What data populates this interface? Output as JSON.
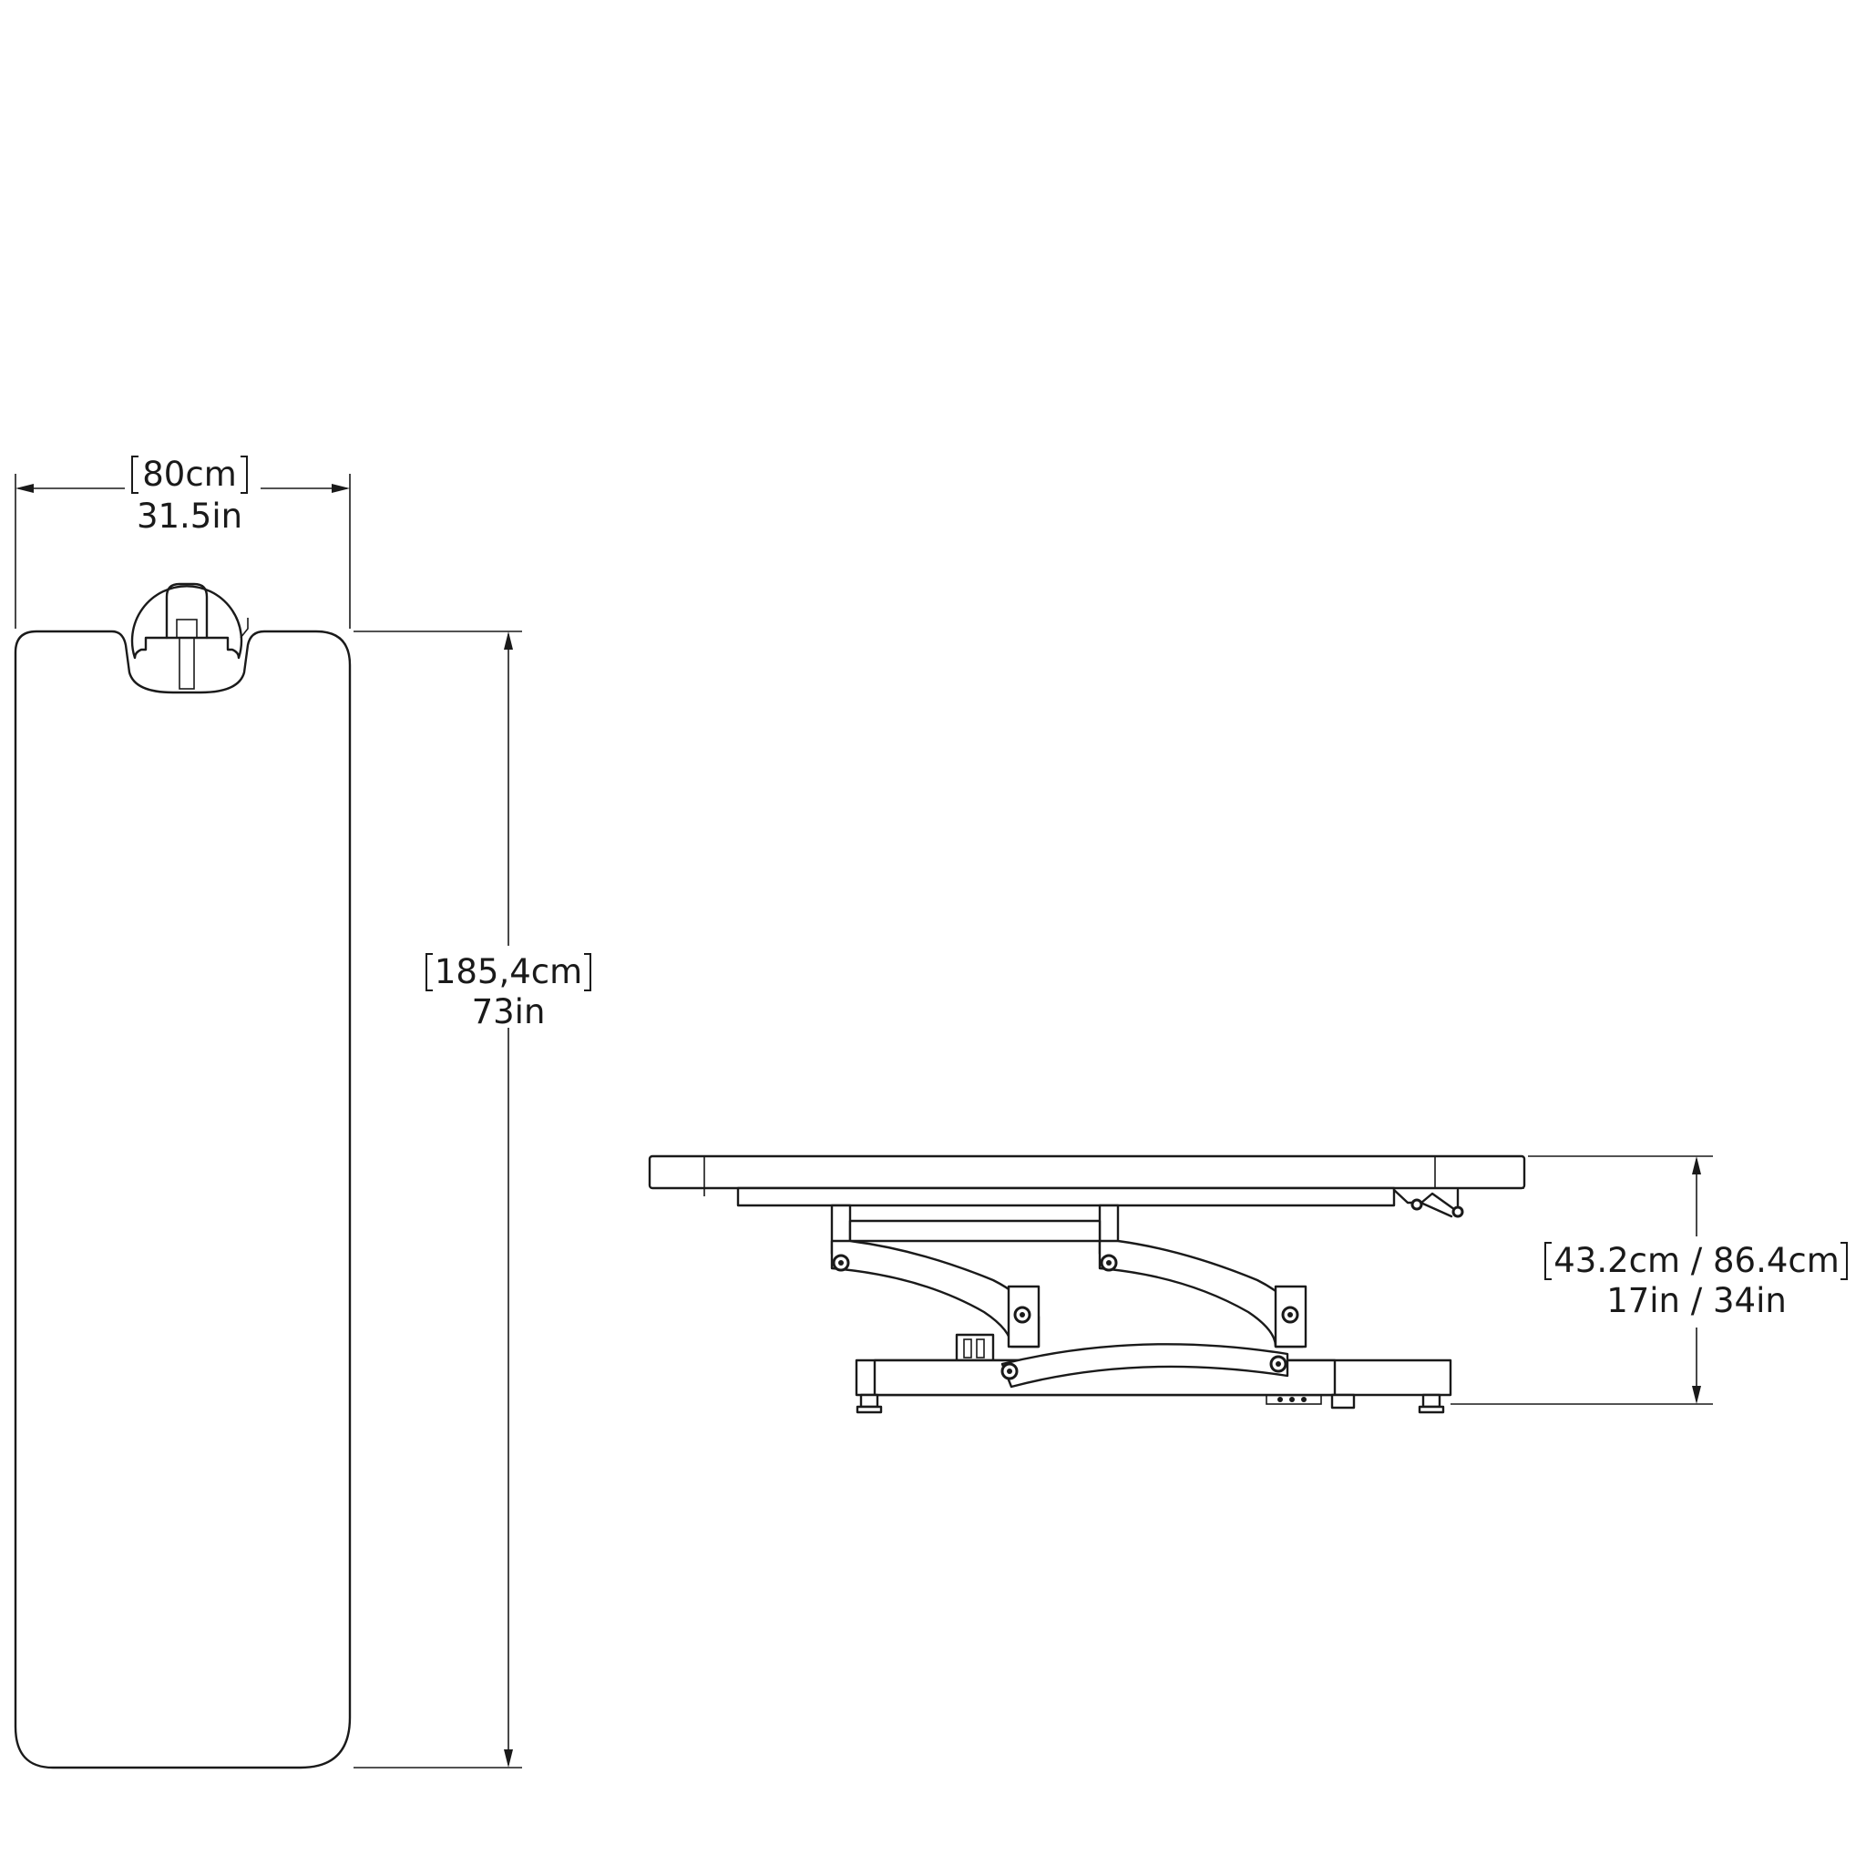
{
  "top_view": {
    "width_metric": "80cm",
    "width_imperial": "31.5in",
    "length_metric": "185,4cm",
    "length_imperial": "73in"
  },
  "side_view": {
    "height_metric": "43.2cm / 86.4cm",
    "height_imperial": "17in / 34in"
  }
}
